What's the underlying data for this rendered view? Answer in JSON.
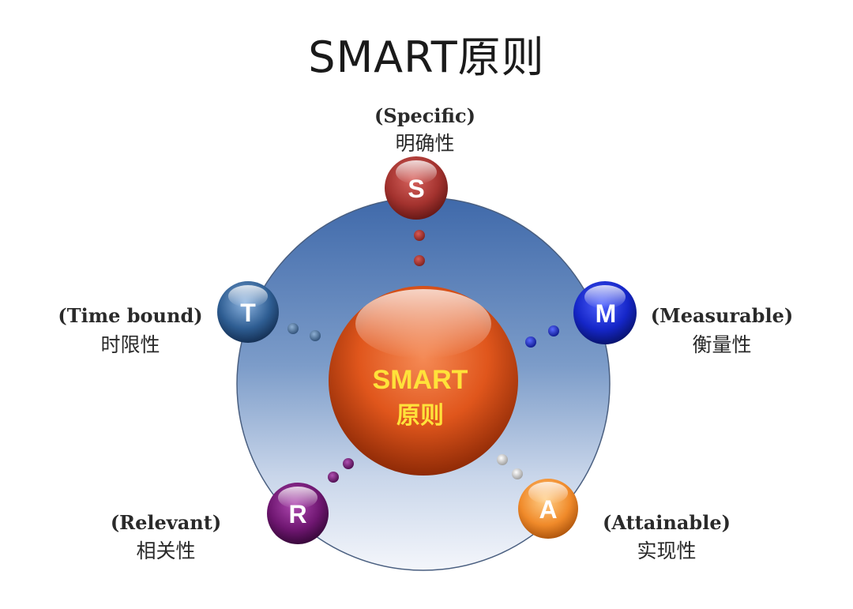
{
  "title": "SMART原则",
  "center": {
    "line1": "SMART",
    "line2": "原则"
  },
  "colors": {
    "big_circle_top": "#4f7ab8",
    "big_circle_bottom": "#f2f4f9",
    "center_orb": "#e0561c",
    "center_text": "#ffe23a",
    "S": "#a3322e",
    "M": "#1526c8",
    "A": "#f08a2a",
    "R": "#6e1670",
    "T": "#2e5d92"
  },
  "nodes": [
    {
      "key": "S",
      "letter": "S",
      "en": "(Specific)",
      "zh": "明确性",
      "color": "#a3322e"
    },
    {
      "key": "M",
      "letter": "M",
      "en": "(Measurable)",
      "zh": "衡量性",
      "color": "#1526c8"
    },
    {
      "key": "A",
      "letter": "A",
      "en": "(Attainable)",
      "zh": "实现性",
      "color": "#f08a2a"
    },
    {
      "key": "R",
      "letter": "R",
      "en": "(Relevant)",
      "zh": "相关性",
      "color": "#6e1670"
    },
    {
      "key": "T",
      "letter": "T",
      "en": "(Time bound)",
      "zh": "时限性",
      "color": "#2e5d92"
    }
  ]
}
